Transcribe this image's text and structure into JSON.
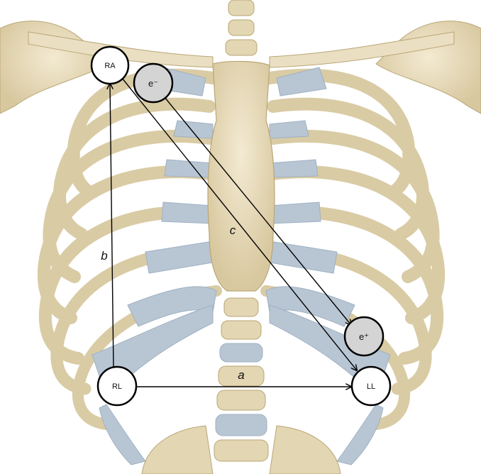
{
  "electrodes": {
    "ra": {
      "label": "RA"
    },
    "rl": {
      "label": "RL"
    },
    "ll": {
      "label": "LL"
    },
    "e_minus": {
      "label": "e⁻"
    },
    "e_plus": {
      "label": "e⁺"
    }
  },
  "vectors": {
    "a": {
      "label": "a"
    },
    "b": {
      "label": "b"
    },
    "c": {
      "label": "c"
    }
  },
  "colors": {
    "bone": "#e9dfc3",
    "bone_shadow": "#c9b98f",
    "cartilage": "#b8c6d4",
    "electrode_white": "#ffffff",
    "electrode_gray": "#d4d4d4",
    "line": "#000000"
  }
}
